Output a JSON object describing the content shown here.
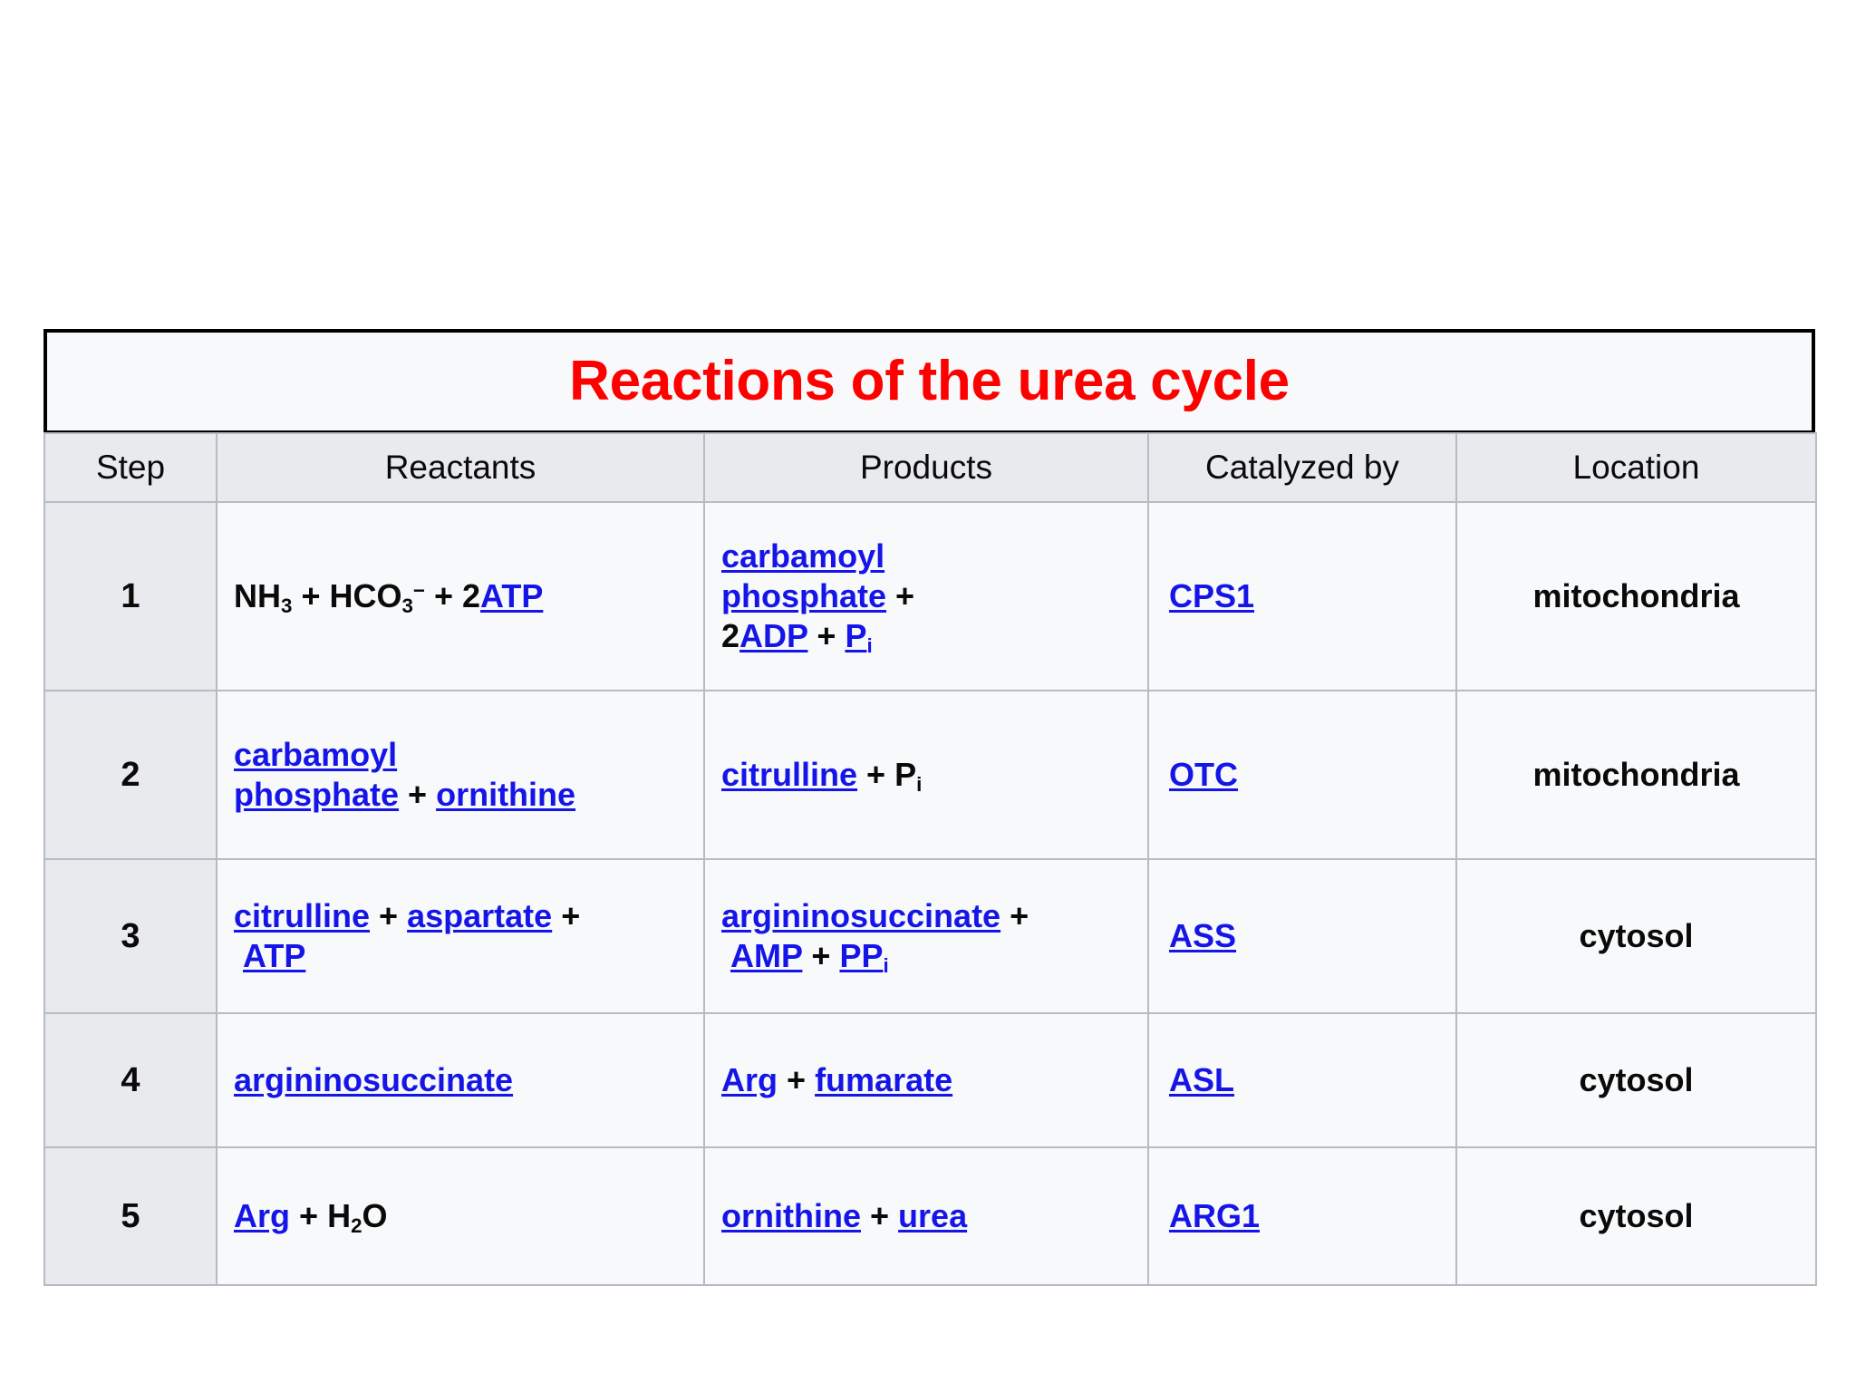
{
  "slide": {
    "background_color": "#ffffff",
    "title": "Reactions of the urea cycle",
    "title_color": "#fe0000",
    "link_color": "#1515e8",
    "header_background": "#e8eaed",
    "cell_background": "#f7f9fa",
    "border_color": "#b6bcc2",
    "title_border_color": "#000000"
  },
  "table": {
    "columns": [
      {
        "key": "step",
        "label": "Step"
      },
      {
        "key": "reactants",
        "label": "Reactants"
      },
      {
        "key": "products",
        "label": "Products"
      },
      {
        "key": "catalyst",
        "label": "Catalyzed by"
      },
      {
        "key": "location",
        "label": "Location"
      }
    ],
    "rows": [
      {
        "step": "1",
        "reactants_text": "NH3 + HCO3- + 2ATP",
        "products_text": "carbamoyl phosphate + 2ADP + Pi",
        "catalyst": "CPS1",
        "location": "mitochondria",
        "reactant_links": [
          "ATP"
        ],
        "product_links": [
          "carbamoyl phosphate",
          "ADP",
          "Pi"
        ],
        "catalyst_is_link": true
      },
      {
        "step": "2",
        "reactants_text": "carbamoyl phosphate + ornithine",
        "products_text": "citrulline + Pi",
        "catalyst": "OTC",
        "location": "mitochondria",
        "reactant_links": [
          "carbamoyl phosphate",
          "ornithine"
        ],
        "product_links": [
          "citrulline"
        ],
        "catalyst_is_link": true
      },
      {
        "step": "3",
        "reactants_text": "citrulline + aspartate + ATP",
        "products_text": "argininosuccinate + AMP + PPi",
        "catalyst": "ASS",
        "location": "cytosol",
        "reactant_links": [
          "citrulline",
          "aspartate",
          "ATP"
        ],
        "product_links": [
          "argininosuccinate",
          "AMP",
          "PPi"
        ],
        "catalyst_is_link": true
      },
      {
        "step": "4",
        "reactants_text": "argininosuccinate",
        "products_text": "Arg + fumarate",
        "catalyst": "ASL",
        "location": "cytosol",
        "reactant_links": [
          "argininosuccinate"
        ],
        "product_links": [
          "Arg",
          "fumarate"
        ],
        "catalyst_is_link": true
      },
      {
        "step": "5",
        "reactants_text": "Arg + H2O",
        "products_text": "ornithine + urea",
        "catalyst": "ARG1",
        "location": "cytosol",
        "reactant_links": [
          "Arg"
        ],
        "product_links": [
          "ornithine",
          "urea"
        ],
        "catalyst_is_link": true
      }
    ],
    "tokens": {
      "nh3_formula": "NH",
      "nh3_sub": "3",
      "hco3_formula": "HCO",
      "hco3_sub": "3",
      "hco3_sup": "−",
      "two": "2",
      "atp": "ATP",
      "adp": "ADP",
      "amp": "AMP",
      "p": "P",
      "pp": "PP",
      "i_sub": "i",
      "plus": "+",
      "carbamoyl": "carbamoyl",
      "phosphate": "phosphate",
      "carbamoyl_phosphate": "carbamoyl phosphate",
      "ornithine": "ornithine",
      "citrulline": "citrulline",
      "aspartate": "aspartate",
      "argininosuccinate": "argininosuccinate",
      "arg": "Arg",
      "fumarate": "fumarate",
      "urea": "urea",
      "h2o_h": "H",
      "h2o_sub": "2",
      "h2o_o": "O",
      "cps1": "CPS1",
      "otc": "OTC",
      "ass": "ASS",
      "asl": "ASL",
      "arg1": "ARG1",
      "mitochondria": "mitochondria",
      "cytosol": "cytosol",
      "step1": "1",
      "step2": "2",
      "step3": "3",
      "step4": "4",
      "step5": "5"
    }
  }
}
